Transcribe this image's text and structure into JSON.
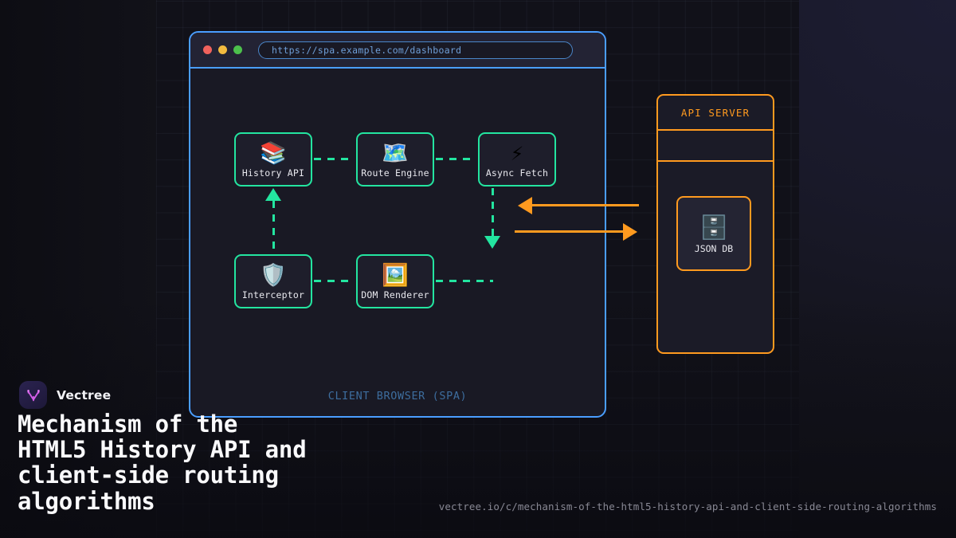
{
  "brand": {
    "name": "Vectree",
    "logo_icon": "vectree-logo-icon"
  },
  "headline": "Mechanism of the\nHTML5 History API and\nclient-side routing\nalgorithms",
  "footer": {
    "url": "vectree.io/c/mechanism-of-the-html5-history-api-and-client-side-routing-algorithms"
  },
  "browser": {
    "url": "https://spa.example.com/dashboard",
    "caption": "CLIENT BROWSER (SPA)",
    "traffic_lights": [
      "red",
      "yellow",
      "green"
    ],
    "nodes": [
      {
        "id": "history-api",
        "label": "History API",
        "icon": "📚",
        "icon_name": "books-icon"
      },
      {
        "id": "route-engine",
        "label": "Route Engine",
        "icon": "🗺️",
        "icon_name": "map-icon"
      },
      {
        "id": "async-fetch",
        "label": "Async Fetch",
        "icon": "⚡",
        "icon_name": "lightning-icon"
      },
      {
        "id": "interceptor",
        "label": "Interceptor",
        "icon": "🛡️",
        "icon_name": "shield-icon"
      },
      {
        "id": "dom-renderer",
        "label": "DOM Renderer",
        "icon": "🖼️",
        "icon_name": "framed-picture-icon"
      }
    ]
  },
  "api_server": {
    "title": "API SERVER",
    "nodes": [
      {
        "id": "json-db",
        "label": "JSON DB",
        "icon": "🗄️",
        "icon_name": "file-cabinet-icon"
      }
    ]
  },
  "colors": {
    "accent_blue": "#4a9eff",
    "accent_teal": "#23e5a0",
    "accent_orange": "#ff9a1f",
    "caption_blue": "#3d6d9e",
    "background": "#121218",
    "panel": "#1b1b27"
  }
}
